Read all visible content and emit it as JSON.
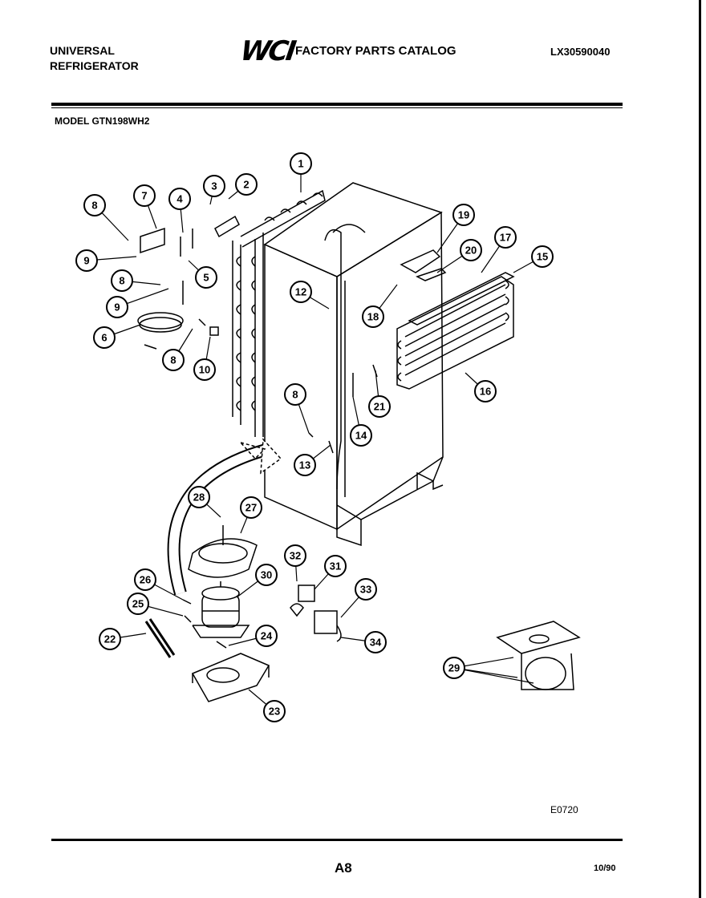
{
  "header": {
    "brand_line1": "UNIVERSAL",
    "brand_line2": "REFRIGERATOR",
    "logo": "WCI",
    "catalog_title": "FACTORY PARTS CATALOG",
    "doc_number": "LX30590040",
    "model": "MODEL GTN198WH2"
  },
  "footer": {
    "figure_code": "E0720",
    "page": "A8",
    "date": "10/90"
  },
  "diagram": {
    "callouts": [
      "1",
      "2",
      "3",
      "4",
      "5",
      "6",
      "7",
      "8",
      "9",
      "8",
      "9",
      "8",
      "10",
      "12",
      "8",
      "13",
      "14",
      "18",
      "19",
      "20",
      "17",
      "15",
      "21",
      "16",
      "28",
      "27",
      "32",
      "31",
      "33",
      "26",
      "30",
      "25",
      "34",
      "22",
      "24",
      "23",
      "29"
    ]
  }
}
